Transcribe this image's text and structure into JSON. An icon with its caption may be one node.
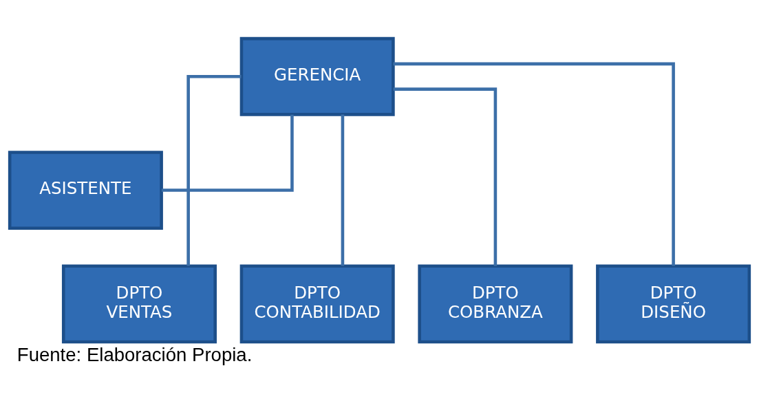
{
  "diagram": {
    "caption": "Fuente: Elaboración Propia.",
    "nodes": [
      {
        "text": [
          "GERENCIA"
        ]
      },
      {
        "text": [
          "ASISTENTE"
        ]
      },
      {
        "text": [
          "DPTO VENTAS"
        ]
      },
      {
        "text": [
          "DPTO CONTABILIDAD"
        ]
      },
      {
        "text": [
          "DPTO COBRANZA"
        ]
      },
      {
        "text": [
          "DPTO DISEÑO"
        ]
      }
    ],
    "edges": [
      {
        "from": 0,
        "to": 1,
        "arrow": "none"
      },
      {
        "from": 0,
        "to": 2,
        "arrow": "none"
      },
      {
        "from": 0,
        "to": 3,
        "arrow": "none"
      },
      {
        "from": 0,
        "to": 4,
        "arrow": "none"
      },
      {
        "from": 0,
        "to": 5,
        "arrow": "none"
      }
    ]
  }
}
